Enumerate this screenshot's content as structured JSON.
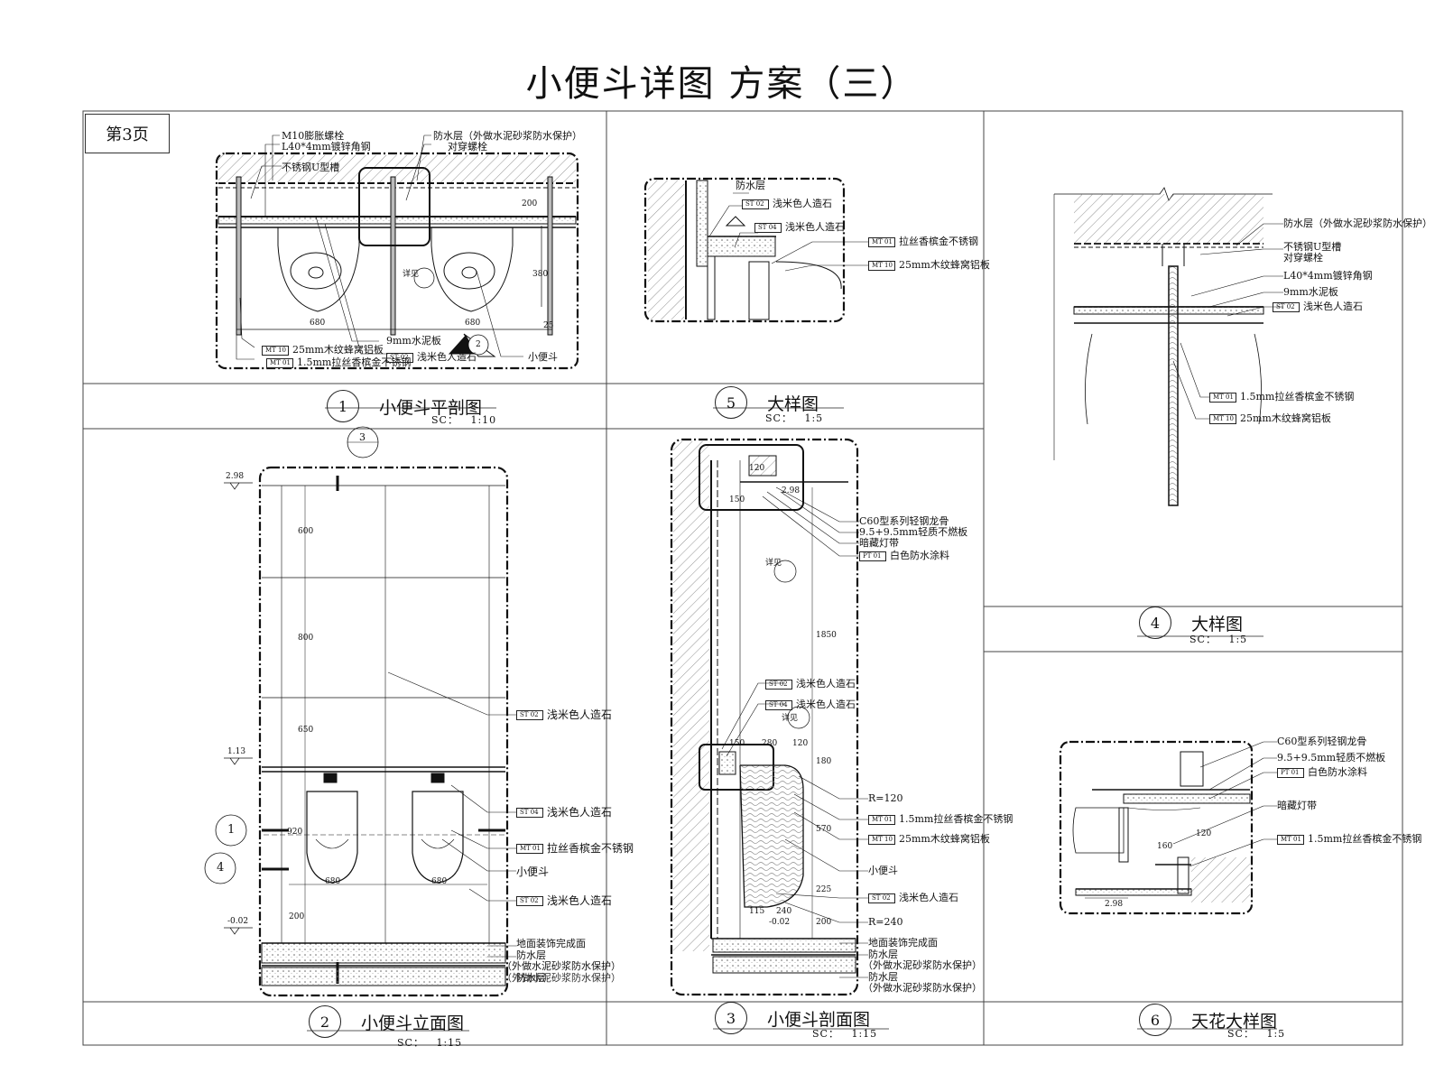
{
  "title": "小便斗详图 方案（三）",
  "page_label": "第3页",
  "panels": {
    "p1": {
      "num": "1",
      "name": "小便斗平剖图",
      "scale_prefix": "SC：",
      "scale": "1:10"
    },
    "p2": {
      "num": "2",
      "name": "小便斗立面图",
      "scale_prefix": "SC：",
      "scale": "1:15"
    },
    "p3": {
      "num": "3",
      "name": "小便斗剖面图",
      "scale_prefix": "SC：",
      "scale": "1:15"
    },
    "p4": {
      "num": "4",
      "name": "大样图",
      "scale_prefix": "SC：",
      "scale": "1:5"
    },
    "p5": {
      "num": "5",
      "name": "大样图",
      "scale_prefix": "SC：",
      "scale": "1:5"
    },
    "p6": {
      "num": "6",
      "name": "天花大样图",
      "scale_prefix": "SC：",
      "scale": "1:5"
    }
  },
  "p1_notes": {
    "n1": "M10膨胀螺栓",
    "n2": "L40*4mm镀锌角钢",
    "n3": "不锈钢U型槽",
    "n4": "防水层（外做水泥砂浆防水保护）",
    "n5": "对穿螺栓",
    "n6": "25mm木纹蜂窝铝板",
    "n7": "9mm水泥板",
    "n8": "1.5mm拉丝香槟金不锈钢",
    "n9": "浅米色人造石",
    "n10": "小便斗",
    "detail_ref": "详见",
    "dim_a": "680",
    "dim_b": "680",
    "dim_c": "380",
    "dim_d": "200",
    "dim_e": "25",
    "tag_mt10": "MT 10",
    "tag_mt01": "MT 01",
    "tag_st02": "ST 02",
    "ref2": "2"
  },
  "p5_notes": {
    "n1": "防水层",
    "n2": "浅米色人造石",
    "n3": "浅米色人造石",
    "n4": "拉丝香槟金不锈钢",
    "n5": "25mm木纹蜂窝铝板",
    "tag_st02": "ST 02",
    "tag_st04": "ST 04",
    "tag_mt01": "MT 01",
    "tag_mt10": "MT 10"
  },
  "p4_notes": {
    "n1": "防水层（外做水泥砂浆防水保护）",
    "n2": "不锈钢U型槽",
    "n3": "对穿螺栓",
    "n4": "L40*4mm镀锌角钢",
    "n5": "9mm水泥板",
    "n6": "浅米色人造石",
    "n7": "1.5mm拉丝香槟金不锈钢",
    "n8": "25mm木纹蜂窝铝板",
    "tag_st02": "ST 02",
    "tag_mt01": "MT 01",
    "tag_mt10": "MT 10"
  },
  "p2_notes": {
    "lv1": "2.98",
    "lv2": "1.13",
    "lv3": "-0.02",
    "dim1": "600",
    "dim2": "800",
    "dim3": "650",
    "dim4": "920",
    "dim5": "200",
    "dim6": "680",
    "dim7": "680",
    "ref3": "3",
    "ref1": "1",
    "ref4": "4",
    "n1": "浅米色人造石",
    "n2": "浅米色人造石",
    "n3": "拉丝香槟金不锈钢",
    "n4": "小便斗",
    "n5": "浅米色人造石",
    "n6": "地面装饰完成面",
    "n7": "防水层",
    "n8": "（外做水泥砂浆防水保护）",
    "n9": "防水层",
    "n10": "（外做水泥砂浆防水保护）",
    "tag_st02": "ST 02",
    "tag_st04": "ST 04",
    "tag_mt01": "MT 01"
  },
  "p3_notes": {
    "n1": "C60型系列轻钢龙骨",
    "n2": "9.5+9.5mm轻质不燃板",
    "n3": "暗藏灯带",
    "n4": "白色防水涂料",
    "n5": "浅米色人造石",
    "n6": "浅米色人造石",
    "n7": "R=120",
    "n8": "1.5mm拉丝香槟金不锈钢",
    "n9": "25mm木纹蜂窝铝板",
    "n10": "小便斗",
    "n11": "浅米色人造石",
    "n12": "R=240",
    "n13": "地面装饰完成面",
    "n14": "防水层",
    "n15": "（外做水泥砂浆防水保护）",
    "n16": "防水层",
    "n17": "（外做水泥砂浆防水保护）",
    "ref6": "详见",
    "ref5": "详见",
    "lv1": "2.98",
    "lv2": "-0.02",
    "dim1": "1850",
    "dim2": "120",
    "dim3": "150",
    "dim4": "280",
    "dim5": "120",
    "dim6": "180",
    "dim7": "150",
    "dim8": "240",
    "dim9": "115",
    "dim10": "570",
    "dim11": "225",
    "dim12": "200",
    "tag_pt01": "PT 01",
    "tag_st02": "ST 02",
    "tag_st04": "ST 04",
    "tag_mt01": "MT 01",
    "tag_mt10": "MT 10"
  },
  "p6_notes": {
    "n1": "C60型系列轻钢龙骨",
    "n2": "9.5+9.5mm轻质不燃板",
    "n3": "白色防水涂料",
    "n4": "暗藏灯带",
    "n5": "1.5mm拉丝香槟金不锈钢",
    "lv1": "2.98",
    "dim1": "160",
    "dim2": "120",
    "tag_pt01": "PT 01",
    "tag_mt01": "MT 01"
  }
}
